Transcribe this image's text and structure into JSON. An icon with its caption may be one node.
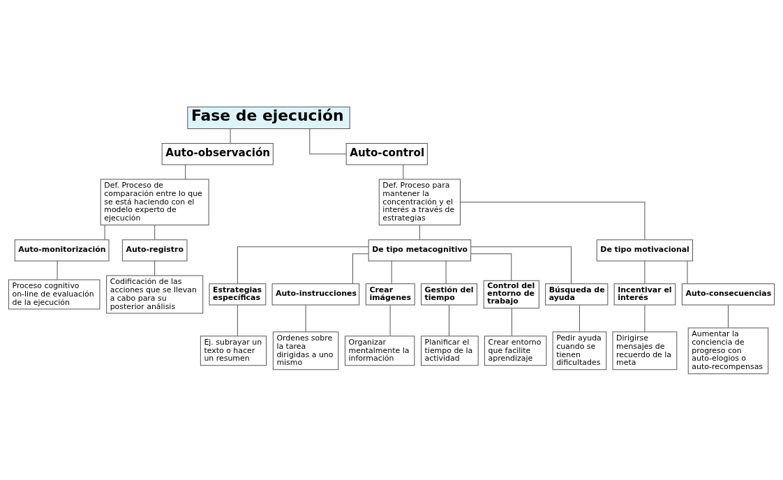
{
  "diagram": {
    "nodes": [
      {
        "text": [
          "Fase de ejecución"
        ]
      },
      {
        "text": [
          "Auto-observación"
        ]
      },
      {
        "text": [
          "Auto-control"
        ]
      },
      {
        "text": [
          "Def. Proceso de comparación entre lo que se está haciendo con el modelo experto de ejecución"
        ]
      },
      {
        "text": [
          "Def. Proceso para mantener la concentración y el interés a través de estrategias"
        ]
      },
      {
        "text": [
          "Auto-monitorización"
        ]
      },
      {
        "text": [
          "Auto-registro"
        ]
      },
      {
        "text": [
          "Proceso cognitivo on-line de evaluación de la ejecución"
        ]
      },
      {
        "text": [
          "Codificación de las acciones que se llevan a cabo para su posterior análisis"
        ]
      },
      {
        "text": [
          "De tipo metacognitivo"
        ]
      },
      {
        "text": [
          "De tipo motivacional"
        ]
      },
      {
        "text": [
          "Estrategias específicas"
        ]
      },
      {
        "text": [
          "Auto-instrucciones"
        ]
      },
      {
        "text": [
          "Crear imágenes"
        ]
      },
      {
        "text": [
          "Gestión del tiempo"
        ]
      },
      {
        "text": [
          "Control del entorno de trabajo"
        ]
      },
      {
        "text": [
          "Búsqueda de ayuda"
        ]
      },
      {
        "text": [
          "Incentivar el interés"
        ]
      },
      {
        "text": [
          "Auto-consecuencias"
        ]
      },
      {
        "text": [
          "Ej. subrayar un texto o hacer un resumen"
        ]
      },
      {
        "text": [
          "Ordenes sobre la tarea dirigidas a uno mismo"
        ]
      },
      {
        "text": [
          "Organizar mentalmente la información"
        ]
      },
      {
        "text": [
          "Planificar el tiempo de la actividad"
        ]
      },
      {
        "text": [
          "Crear entorno que facilite aprendizaje"
        ]
      },
      {
        "text": [
          "Pedir ayuda cuando se tienen dificultades"
        ]
      },
      {
        "text": [
          "Dirigirse mensajes de recuerdo de la meta"
        ]
      },
      {
        "text": [
          "Aumentar la conciencia de progreso con auto-elogios o auto-recompensas"
        ]
      }
    ],
    "edges": [
      {
        "from": 0,
        "to": 1,
        "arrow": "none"
      },
      {
        "from": 0,
        "to": 2,
        "arrow": "none"
      },
      {
        "from": 1,
        "to": 3,
        "arrow": "none"
      },
      {
        "from": 2,
        "to": 4,
        "arrow": "none"
      },
      {
        "from": 3,
        "to": 5,
        "arrow": "none"
      },
      {
        "from": 3,
        "to": 6,
        "arrow": "none"
      },
      {
        "from": 5,
        "to": 7,
        "arrow": "none"
      },
      {
        "from": 6,
        "to": 8,
        "arrow": "none"
      },
      {
        "from": 4,
        "to": 9,
        "arrow": "none"
      },
      {
        "from": 4,
        "to": 10,
        "arrow": "none"
      },
      {
        "from": 9,
        "to": 11,
        "arrow": "none"
      },
      {
        "from": 9,
        "to": 12,
        "arrow": "none"
      },
      {
        "from": 9,
        "to": 13,
        "arrow": "none"
      },
      {
        "from": 9,
        "to": 14,
        "arrow": "none"
      },
      {
        "from": 9,
        "to": 15,
        "arrow": "none"
      },
      {
        "from": 9,
        "to": 16,
        "arrow": "none"
      },
      {
        "from": 10,
        "to": 17,
        "arrow": "none"
      },
      {
        "from": 10,
        "to": 18,
        "arrow": "none"
      },
      {
        "from": 11,
        "to": 19,
        "arrow": "none"
      },
      {
        "from": 12,
        "to": 20,
        "arrow": "none"
      },
      {
        "from": 13,
        "to": 21,
        "arrow": "none"
      },
      {
        "from": 14,
        "to": 22,
        "arrow": "none"
      },
      {
        "from": 15,
        "to": 23,
        "arrow": "none"
      },
      {
        "from": 16,
        "to": 24,
        "arrow": "none"
      },
      {
        "from": 17,
        "to": 25,
        "arrow": "none"
      },
      {
        "from": 18,
        "to": 26,
        "arrow": "none"
      }
    ]
  }
}
